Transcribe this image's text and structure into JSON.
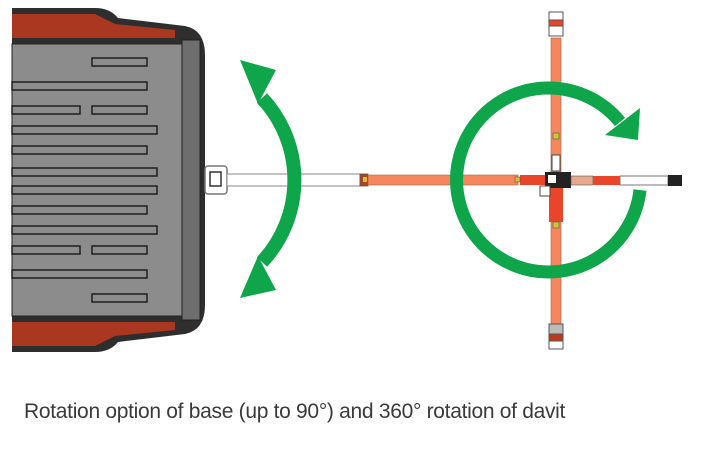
{
  "figure": {
    "caption": "Rotation option of base (up to 90°) and 360° rotation of davit",
    "base_rotation_max_degrees": 90,
    "davit_rotation_degrees": 360,
    "colors": {
      "arrow_green": "#0fa54a",
      "boom_orange": "#f4875e",
      "boom_red": "#e8452a",
      "vehicle_gray": "#8c8c8c",
      "vehicle_dark": "#2e2e2e",
      "tire_red": "#c0391f"
    }
  }
}
